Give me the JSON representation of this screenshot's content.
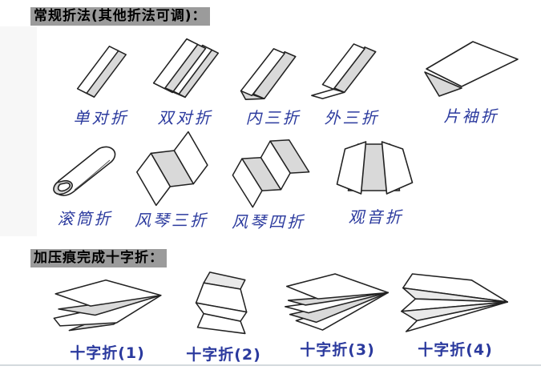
{
  "colors": {
    "header_bg": "#9b9b9b",
    "header_text": "#000000",
    "label_color": "#2b3a9e",
    "figure_stroke": "#222222",
    "figure_shade": "#d9d9d9",
    "divider": "#d4dade"
  },
  "section_regular": {
    "title": "常规折法(其他折法可调)：",
    "row1": [
      {
        "label": "单对折",
        "icon": "single-half-fold-icon"
      },
      {
        "label": "双对折",
        "icon": "double-half-fold-icon"
      },
      {
        "label": "内三折",
        "icon": "inner-trifold-icon"
      },
      {
        "label": "外三折",
        "icon": "outer-trifold-icon"
      },
      {
        "label": "片袖折",
        "icon": "sleeve-fold-icon"
      }
    ],
    "row2": [
      {
        "label": "滚筒折",
        "icon": "roll-fold-icon"
      },
      {
        "label": "风琴三折",
        "icon": "accordion-trifold-icon"
      },
      {
        "label": "风琴四折",
        "icon": "accordion-fourfold-icon"
      },
      {
        "label": "观音折",
        "icon": "gate-fold-icon"
      }
    ]
  },
  "section_cross": {
    "title": "加压痕完成十字折：",
    "row": [
      {
        "label": "十字折(1)",
        "icon": "cross-fold-1-icon"
      },
      {
        "label": "十字折(2)",
        "icon": "cross-fold-2-icon"
      },
      {
        "label": "十字折(3)",
        "icon": "cross-fold-3-icon"
      },
      {
        "label": "十字折(4)",
        "icon": "cross-fold-4-icon"
      }
    ]
  }
}
